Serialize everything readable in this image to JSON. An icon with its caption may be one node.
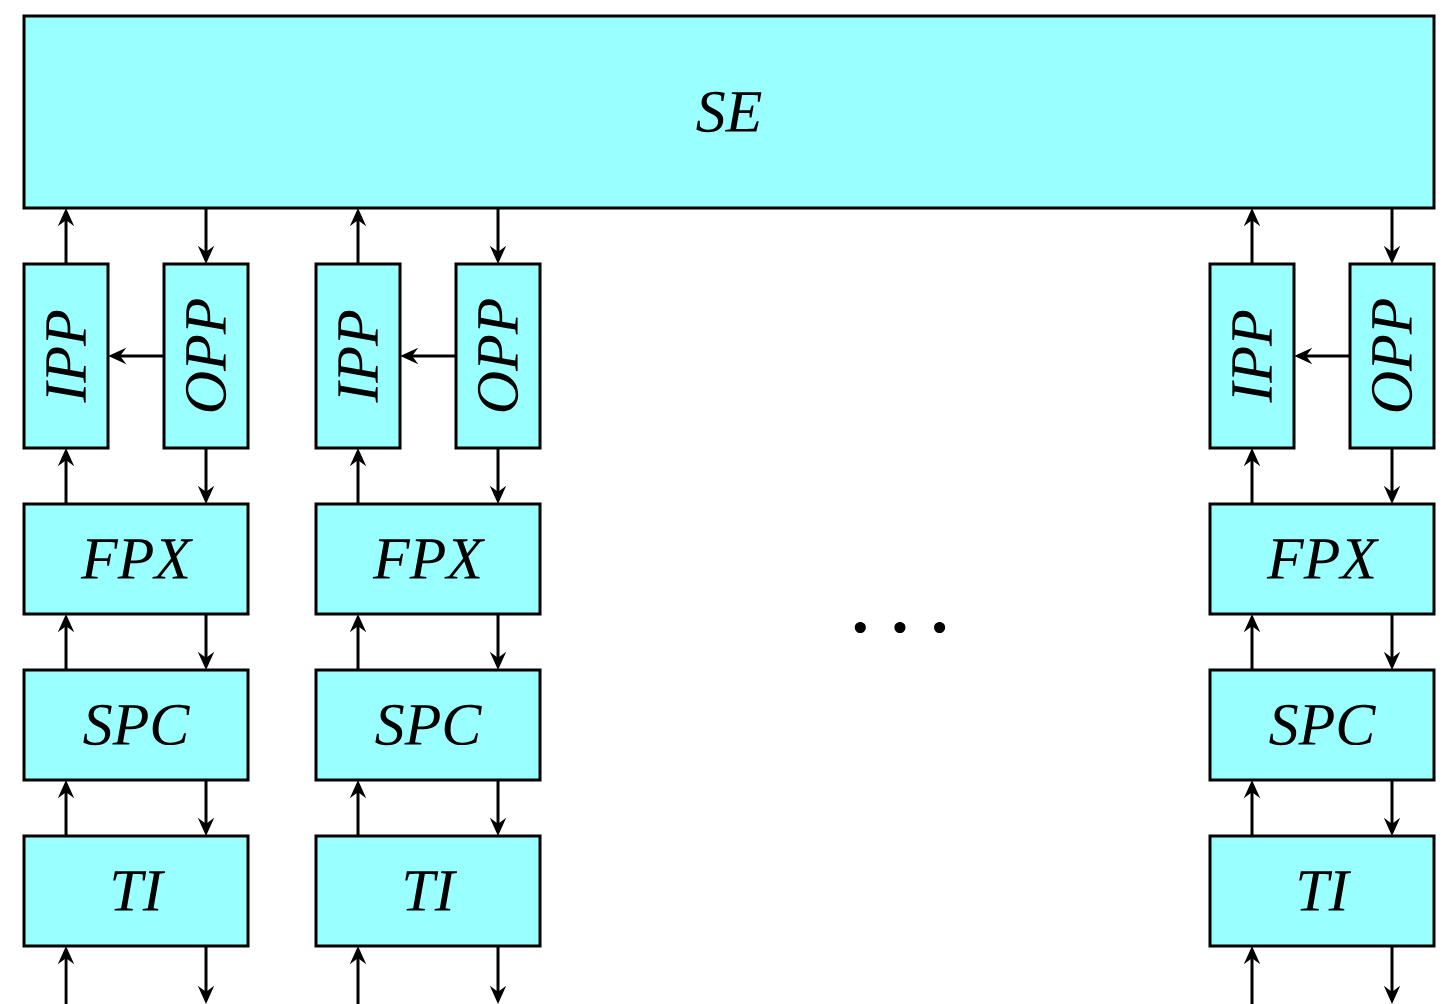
{
  "diagram": {
    "nodes": [
      {
        "text": [
          "SE"
        ]
      },
      {
        "text": [
          "IPP"
        ]
      },
      {
        "text": [
          "OPP"
        ]
      },
      {
        "text": [
          "FPX"
        ]
      },
      {
        "text": [
          "SPC"
        ]
      },
      {
        "text": [
          "TI"
        ]
      },
      {
        "text": [
          "IPP"
        ]
      },
      {
        "text": [
          "OPP"
        ]
      },
      {
        "text": [
          "FPX"
        ]
      },
      {
        "text": [
          "SPC"
        ]
      },
      {
        "text": [
          "TI"
        ]
      },
      {
        "text": [
          "IPP"
        ]
      },
      {
        "text": [
          "OPP"
        ]
      },
      {
        "text": [
          "FPX"
        ]
      },
      {
        "text": [
          "SPC"
        ]
      },
      {
        "text": [
          "TI"
        ]
      }
    ],
    "edges": [
      {
        "from": 1,
        "to": 0,
        "arrow": "to"
      },
      {
        "from": 0,
        "to": 2,
        "arrow": "to"
      },
      {
        "from": 2,
        "to": 1,
        "arrow": "to"
      },
      {
        "from": 3,
        "to": 1,
        "arrow": "to"
      },
      {
        "from": 2,
        "to": 3,
        "arrow": "to"
      },
      {
        "from": 4,
        "to": 3,
        "arrow": "to"
      },
      {
        "from": 3,
        "to": 4,
        "arrow": "to"
      },
      {
        "from": 5,
        "to": 4,
        "arrow": "to"
      },
      {
        "from": 4,
        "to": 5,
        "arrow": "to"
      },
      {
        "from": null,
        "to": 5,
        "arrow": "to"
      },
      {
        "from": 5,
        "to": null,
        "arrow": "to"
      },
      {
        "from": 6,
        "to": 0,
        "arrow": "to"
      },
      {
        "from": 0,
        "to": 7,
        "arrow": "to"
      },
      {
        "from": 7,
        "to": 6,
        "arrow": "to"
      },
      {
        "from": 8,
        "to": 6,
        "arrow": "to"
      },
      {
        "from": 7,
        "to": 8,
        "arrow": "to"
      },
      {
        "from": 9,
        "to": 8,
        "arrow": "to"
      },
      {
        "from": 8,
        "to": 9,
        "arrow": "to"
      },
      {
        "from": 10,
        "to": 9,
        "arrow": "to"
      },
      {
        "from": 9,
        "to": 10,
        "arrow": "to"
      },
      {
        "from": null,
        "to": 10,
        "arrow": "to"
      },
      {
        "from": 10,
        "to": null,
        "arrow": "to"
      },
      {
        "from": 11,
        "to": 0,
        "arrow": "to"
      },
      {
        "from": 0,
        "to": 12,
        "arrow": "to"
      },
      {
        "from": 12,
        "to": 11,
        "arrow": "to"
      },
      {
        "from": 13,
        "to": 11,
        "arrow": "to"
      },
      {
        "from": 12,
        "to": 13,
        "arrow": "to"
      },
      {
        "from": 14,
        "to": 13,
        "arrow": "to"
      },
      {
        "from": 13,
        "to": 14,
        "arrow": "to"
      },
      {
        "from": 15,
        "to": 14,
        "arrow": "to"
      },
      {
        "from": 14,
        "to": 15,
        "arrow": "to"
      },
      {
        "from": null,
        "to": 15,
        "arrow": "to"
      },
      {
        "from": 15,
        "to": null,
        "arrow": "to"
      }
    ],
    "labels": [
      "· · ·"
    ]
  }
}
